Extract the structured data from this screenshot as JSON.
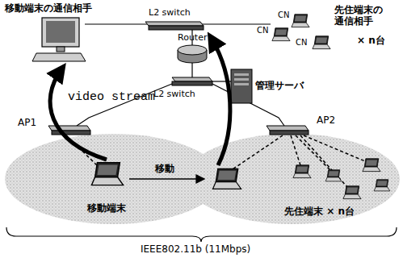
{
  "diagram": {
    "labels": [
      "移動端末の通信相手",
      "L2 switch",
      "CN",
      "CN",
      "CN",
      "先住端末の通信相手",
      "× n台",
      "Router",
      "管理サーバ",
      "video stream",
      "AP1",
      "AP2",
      "L2 switch",
      "移動",
      "移動端末",
      "先住端末 × n台",
      "IEEE802.11b (11Mbps)"
    ]
  }
}
